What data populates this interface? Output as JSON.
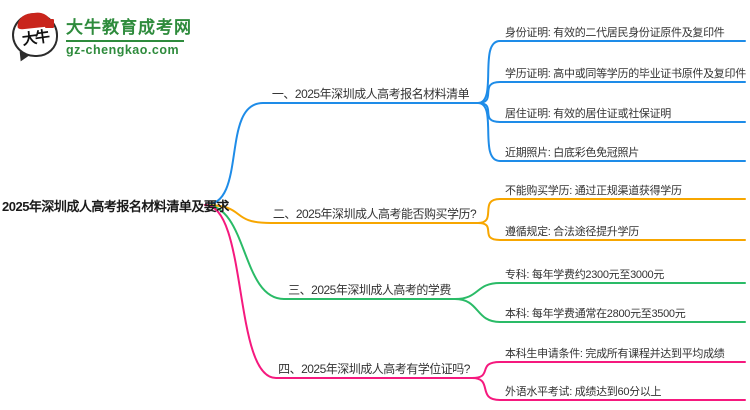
{
  "logo": {
    "icon_text": "大牛",
    "title": "大牛教育成考网",
    "url": "gz-chengkao.com",
    "green": "#2e8b3c",
    "red": "#c9251c"
  },
  "root": {
    "label": "2025年深圳成人高考报名材料清单及要求"
  },
  "branches": [
    {
      "label": "一、2025年深圳成人高考报名材料清单",
      "color": "#1e8ce8",
      "children": [
        "身份证明: 有效的二代居民身份证原件及复印件",
        "学历证明: 高中或同等学历的毕业证书原件及复印件",
        "居住证明: 有效的居住证或社保证明",
        "近期照片: 白底彩色免冠照片"
      ]
    },
    {
      "label": "二、2025年深圳成人高考能否购买学历?",
      "color": "#f7a600",
      "children": [
        "不能购买学历: 通过正规渠道获得学历",
        "遵循规定: 合法途径提升学历"
      ]
    },
    {
      "label": "三、2025年深圳成人高考的学费",
      "color": "#2abb67",
      "children": [
        "专科: 每年学费约2300元至3000元",
        "本科: 每年学费通常在2800元至3500元"
      ]
    },
    {
      "label": "四、2025年深圳成人高考有学位证吗?",
      "color": "#f5197e",
      "children": [
        "本科生申请条件: 完成所有课程并达到平均成绩",
        "外语水平考试: 成绩达到60分以上"
      ]
    }
  ]
}
